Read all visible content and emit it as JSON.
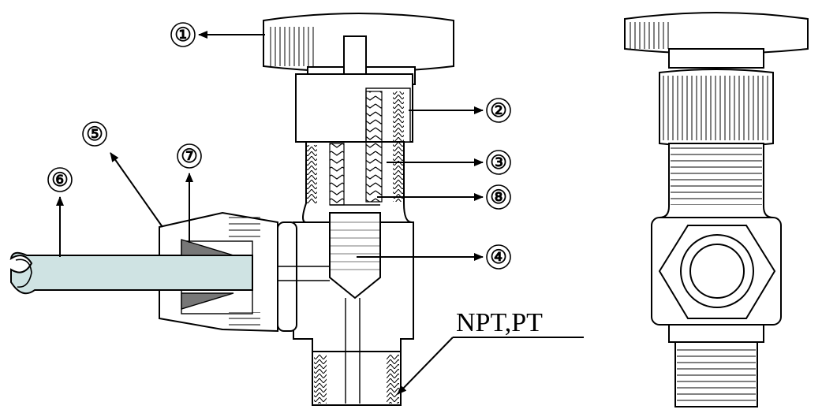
{
  "callouts": {
    "c1": "①",
    "c2": "②",
    "c3": "③",
    "c4": "④",
    "c5": "⑤",
    "c6": "⑥",
    "c7": "⑦",
    "c8": "⑧"
  },
  "thread_note": "NPT,PT",
  "colors": {
    "line": "#000000",
    "tube_fill": "#cfe3e3",
    "ferrule_fill": "#777777"
  }
}
